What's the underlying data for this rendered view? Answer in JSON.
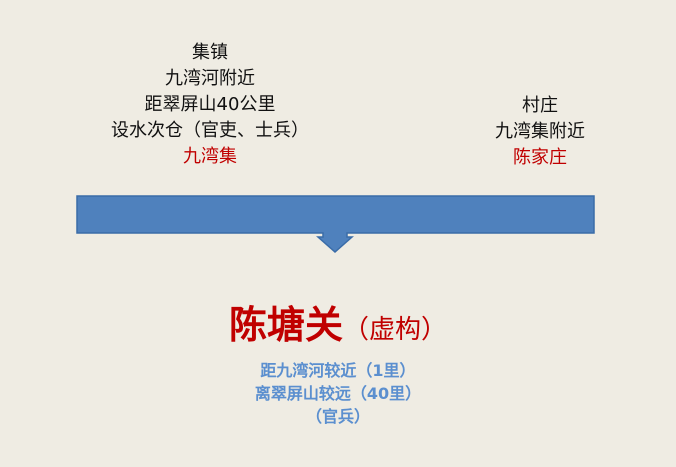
{
  "left_box": {
    "lines": [
      "集镇",
      "九湾河附近",
      "距翠屏山40公里",
      "设水次仓（官吏、士兵）"
    ],
    "name": "九湾集"
  },
  "right_box": {
    "lines": [
      "村庄",
      "九湾集附近"
    ],
    "name": "陈家庄"
  },
  "result": {
    "title": "陈塘关",
    "note": "（虚构）",
    "details": [
      "距九湾河较近（1里）",
      "离翠屏山较远（40里）",
      "（官兵）"
    ]
  },
  "colors": {
    "arrow": "#4f81bd",
    "accent": "#c00000",
    "detail": "#5b8fcf"
  }
}
